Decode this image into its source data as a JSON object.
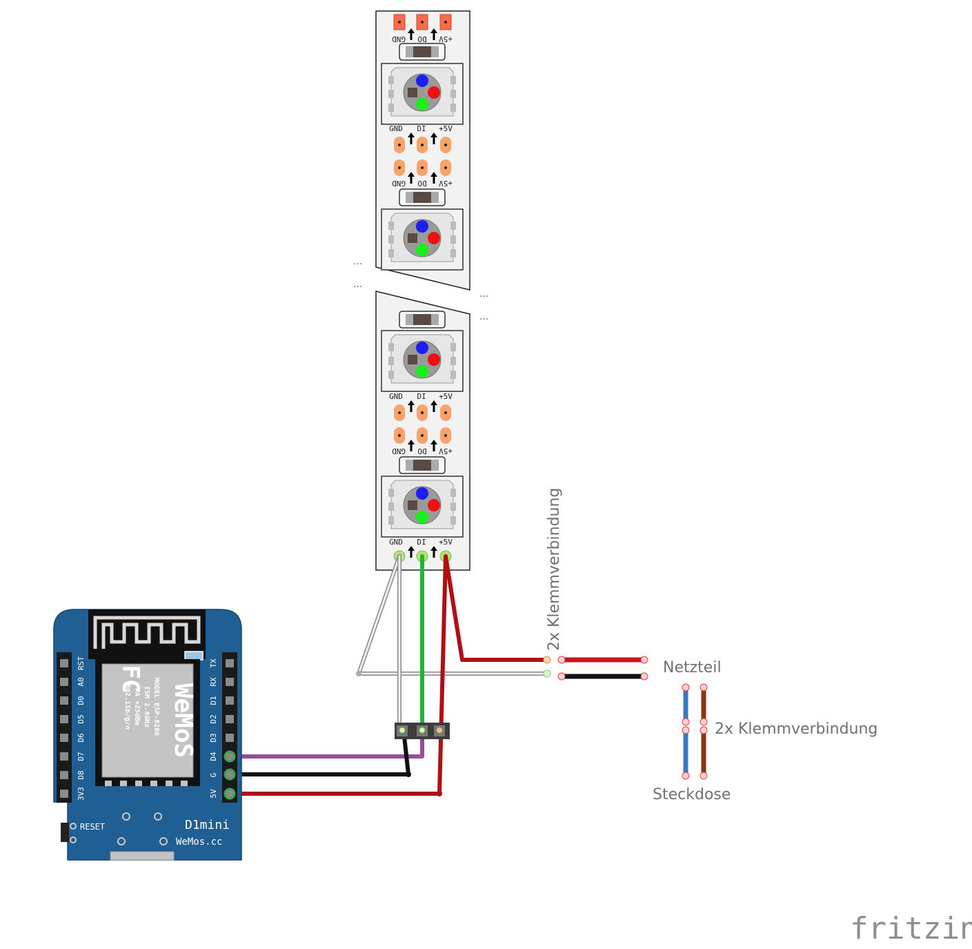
{
  "labels": {
    "netzteil": "Netzteil",
    "klemm_vertical": "2x Klemmverbindung",
    "klemm_horizontal": "2x Klemmverbindung",
    "steckdose": "Steckdose",
    "watermark": "fritzing",
    "ellipsis": "..."
  },
  "strip": {
    "pin_top": [
      "GND",
      "DI",
      "+5V"
    ],
    "pin_bottom": [
      "+5V",
      "DO",
      "GND"
    ]
  },
  "board": {
    "left_pins": [
      "RST",
      "A0",
      "D0",
      "D5",
      "D6",
      "D7",
      "D8",
      "3V3"
    ],
    "right_pins": [
      "TX",
      "RX",
      "D1",
      "D2",
      "D3",
      "D4",
      "G",
      "5V"
    ],
    "module_model": "MODEL ESP-8266",
    "module_ism": "ISM 2.4GHz",
    "module_pa": "PA +25dBm",
    "module_std": "802.11b/g/n",
    "module_brand": "WeMoS",
    "fc_mark": "FC",
    "reset": "RESET",
    "name": "D1mini",
    "site": "WeMos.cc"
  },
  "colors": {
    "board_blue": "#1f5f93",
    "wire_red": "#c8161d",
    "wire_green": "#22b33a",
    "wire_white": "#e8e8e8",
    "wire_black": "#111111",
    "wire_purple": "#9a4e9a",
    "wire_blue": "#3b78c4",
    "wire_brown": "#8b3312",
    "pad_orange": "#f7a36a"
  }
}
